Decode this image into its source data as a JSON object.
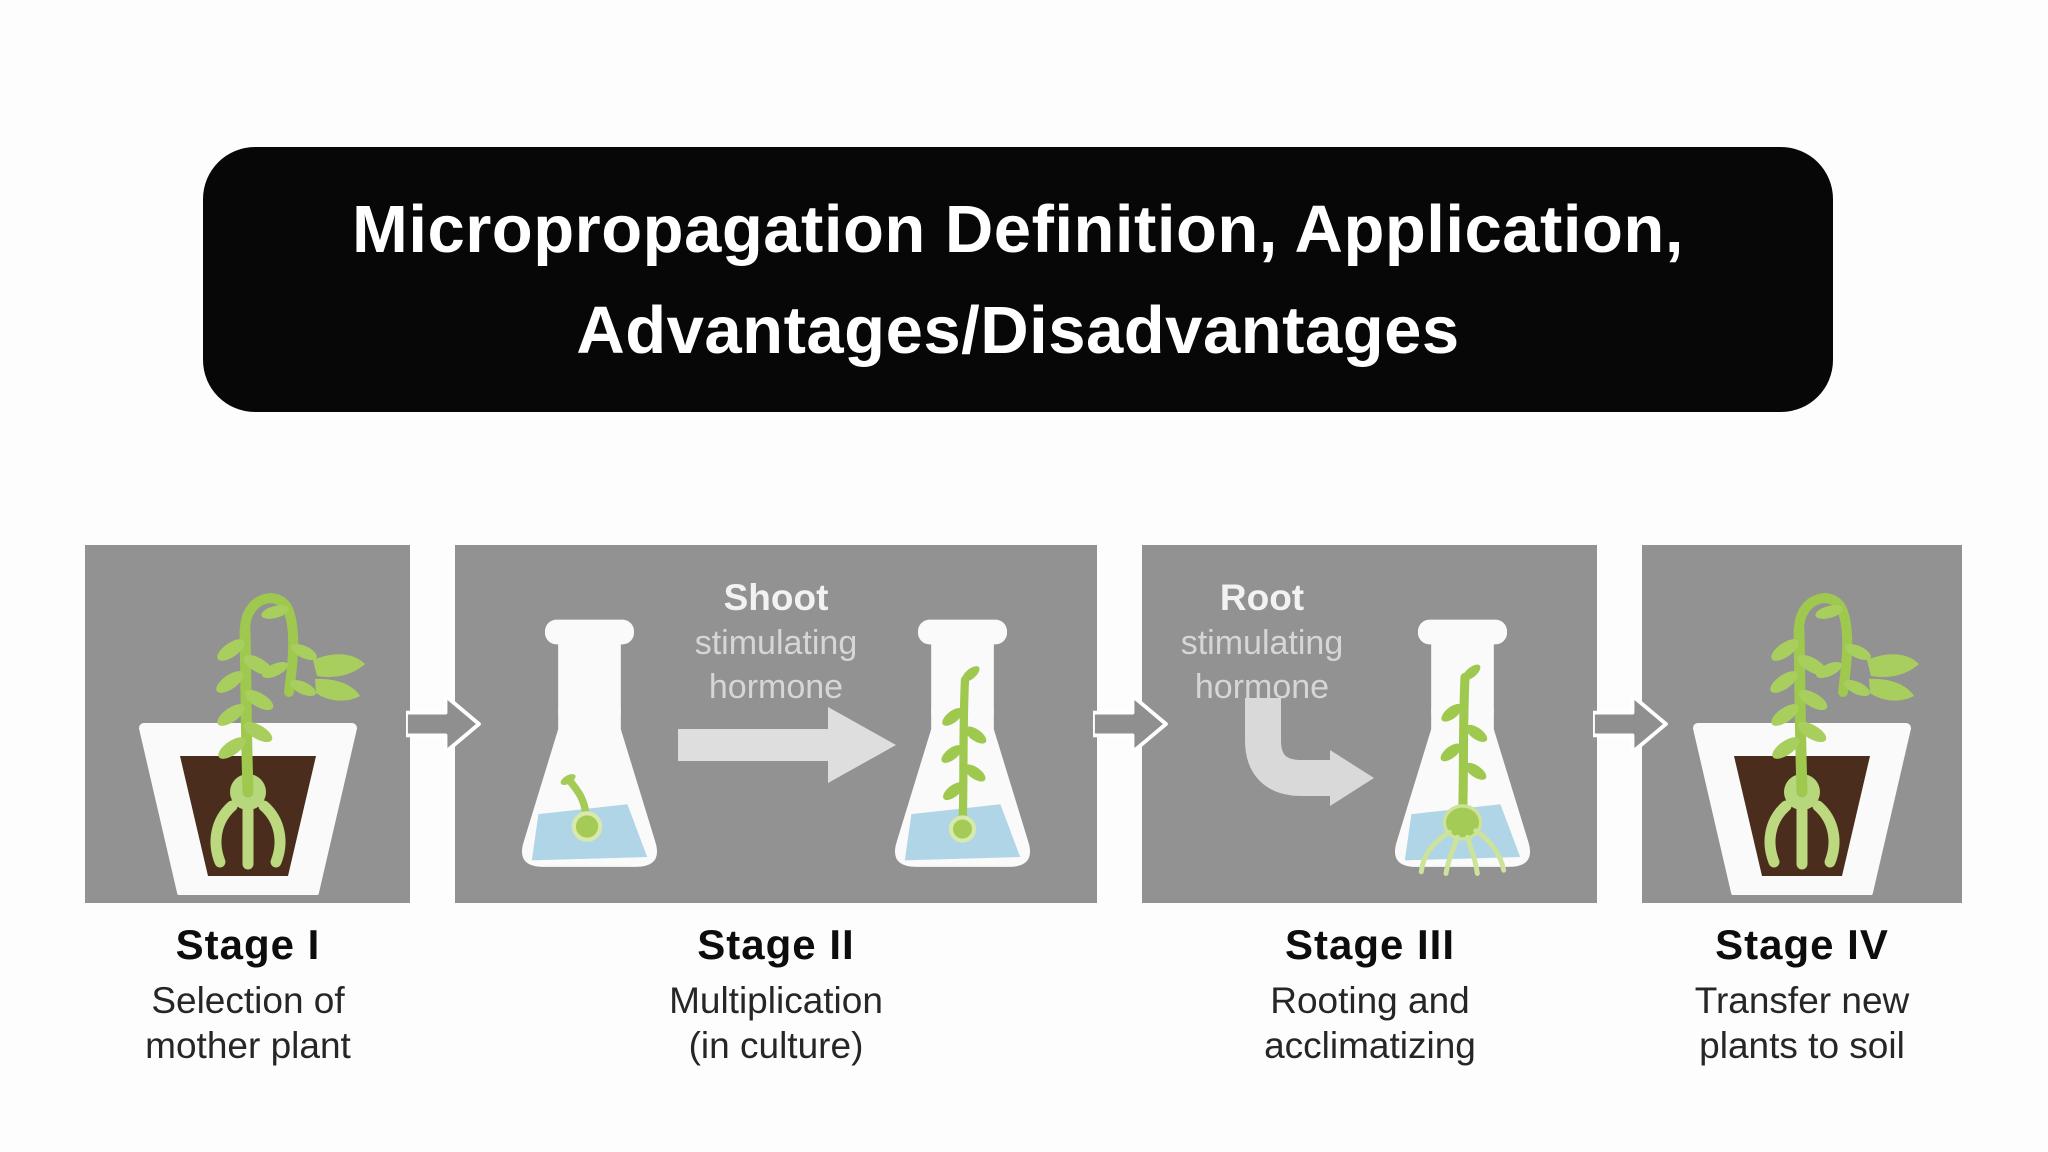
{
  "title": {
    "line1": "Micropropagation Definition, Application,",
    "line2": "Advantages/Disadvantages"
  },
  "stages": [
    {
      "heading": "Stage I",
      "desc1": "Selection of",
      "desc2": "mother plant"
    },
    {
      "heading": "Stage II",
      "desc1": "Multiplication",
      "desc2": "(in culture)",
      "annotation": {
        "bold": "Shoot",
        "line1": "stimulating",
        "line2": "hormone"
      }
    },
    {
      "heading": "Stage III",
      "desc1": "Rooting and",
      "desc2": "acclimatizing",
      "annotation": {
        "bold": "Root",
        "line1": "stimulating",
        "line2": "hormone"
      }
    },
    {
      "heading": "Stage IV",
      "desc1": "Transfer new",
      "desc2": "plants to soil"
    }
  ],
  "colors": {
    "background": "#fdfdfd",
    "title_bg": "#070707",
    "title_text": "#ffffff",
    "panel_gray": "#929292",
    "connector_arrow_gray": "#8f8f8f",
    "light_arrow_gray": "#dedede",
    "stem_green": "#9fc84f",
    "leaf_green": "#a8cf5e",
    "root_light_green": "#c9e295",
    "bulb_green": "#a4cb55",
    "soil_brown": "#4a2d1d",
    "pot_white": "#fafafa",
    "liquid_blue": "#b0d5e6",
    "caption_heading": "#0d0d0d",
    "caption_text": "#262626",
    "annotation_bold": "#f2f2f2",
    "annotation_light": "#d6d6d6"
  }
}
